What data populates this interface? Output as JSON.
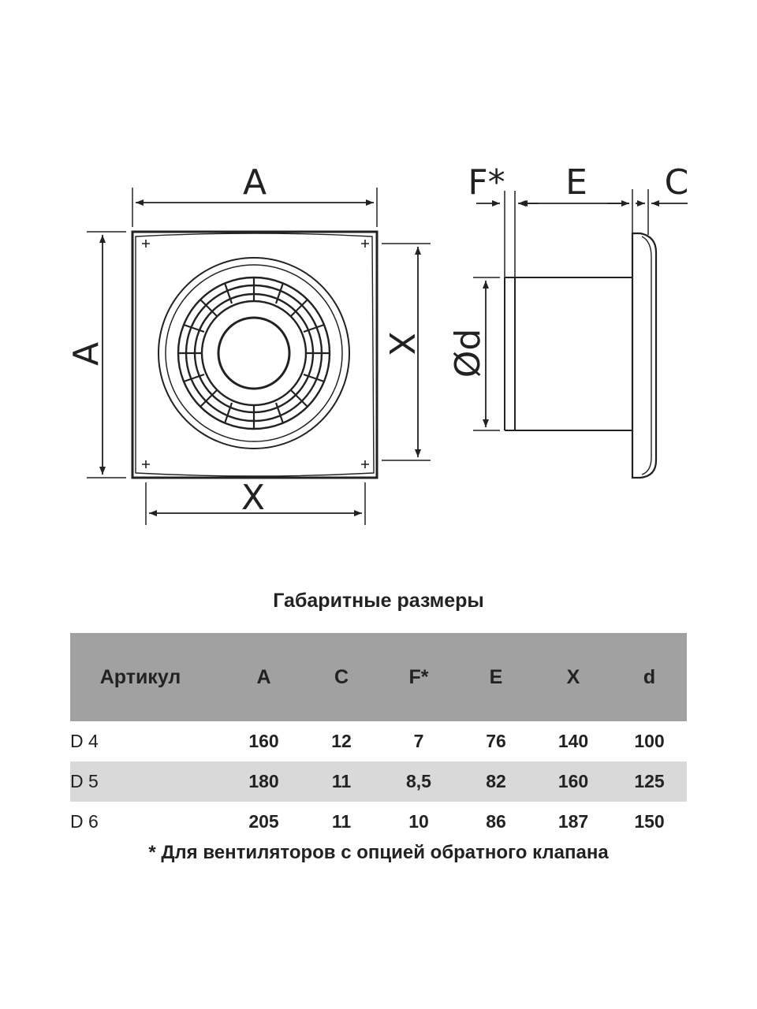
{
  "drawing": {
    "front_labels": {
      "top": "A",
      "left": "A",
      "bottom": "X",
      "right": "X"
    },
    "side_labels": {
      "f": "F*",
      "e": "E",
      "c": "C",
      "d": "Ød"
    }
  },
  "title": "Габаритные размеры",
  "table": {
    "headers": [
      "Артикул",
      "A",
      "C",
      "F*",
      "E",
      "X",
      "d"
    ],
    "rows": [
      [
        "D 4",
        "160",
        "12",
        "7",
        "76",
        "140",
        "100"
      ],
      [
        "D 5",
        "180",
        "11",
        "8,5",
        "82",
        "160",
        "125"
      ],
      [
        "D 6",
        "205",
        "11",
        "10",
        "86",
        "187",
        "150"
      ]
    ]
  },
  "footnote": "* Для вентиляторов с опцией обратного клапана",
  "colors": {
    "header_bg": "#a1a1a1",
    "alt_row_bg": "#d9d9d9",
    "line": "#222222"
  }
}
